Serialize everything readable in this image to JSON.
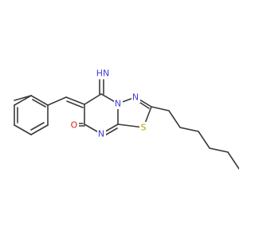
{
  "atom_labels": {
    "imine_nitrogen": "HN",
    "ring_nitrogen_bridge": "N",
    "ring_nitrogen_top": "N",
    "ring_nitrogen_bottom": "N",
    "sulfur": "S",
    "carbonyl_oxygen": "O"
  },
  "colors": {
    "bond": "#3a3a3a",
    "nitrogen": "#3d3dd6",
    "sulfur": "#b9a300",
    "oxygen": "#e0211d"
  }
}
